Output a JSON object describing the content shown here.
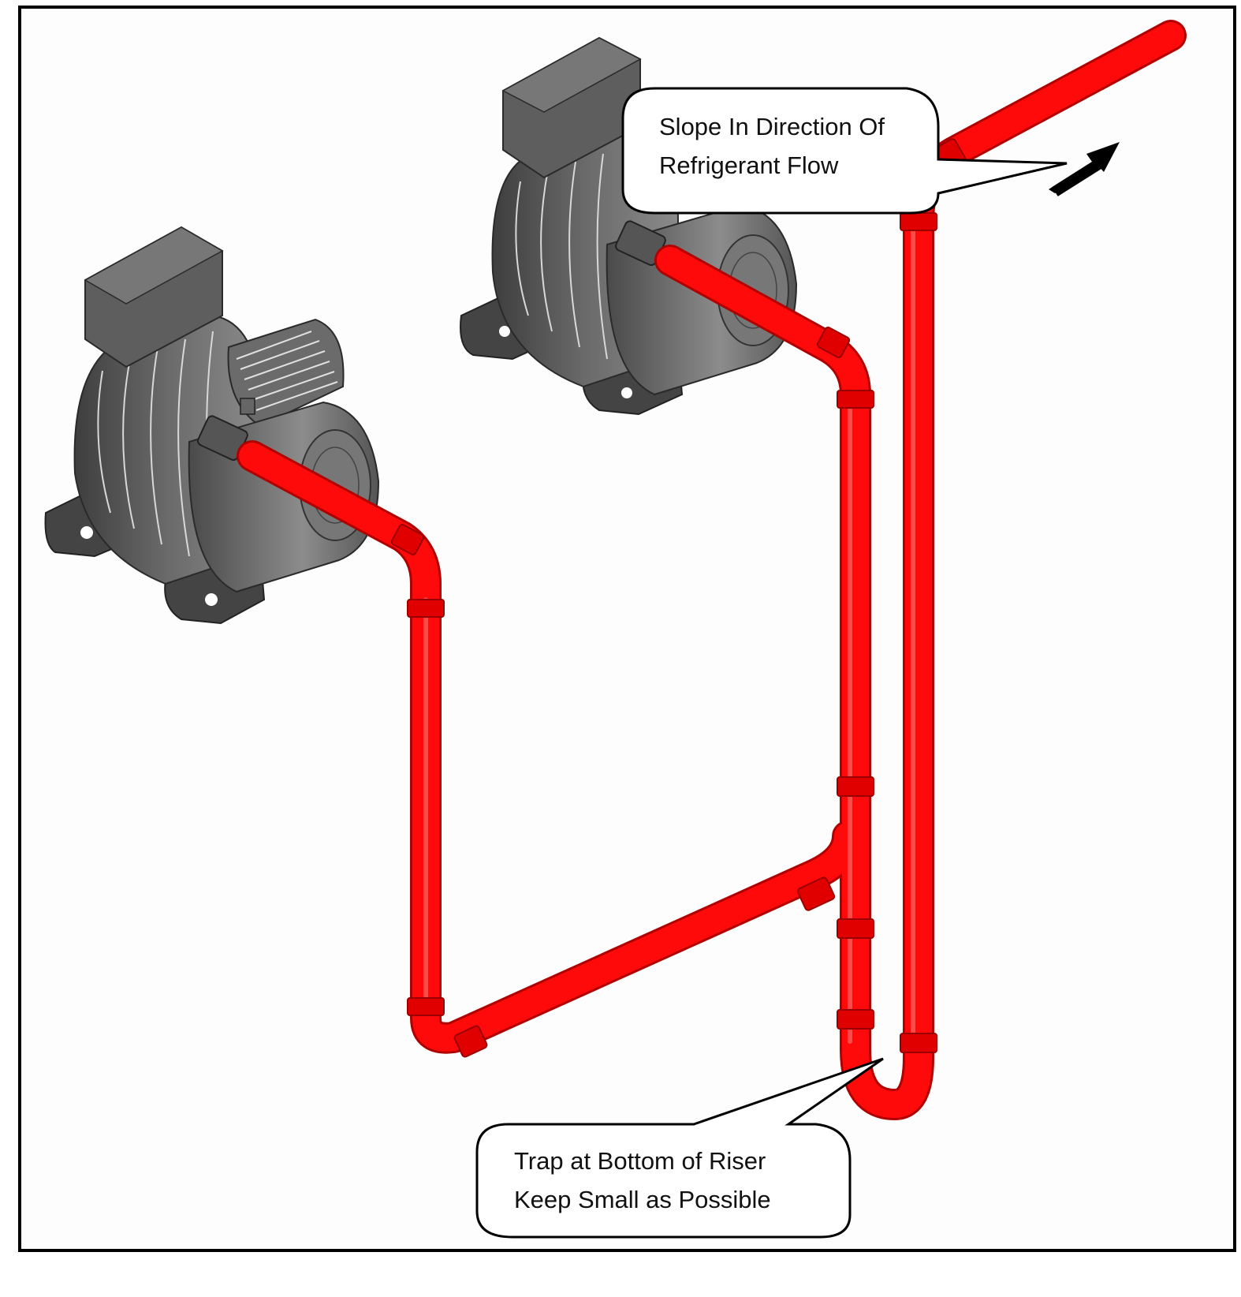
{
  "diagram": {
    "title": "Suction riser piping with trap at bottom of riser",
    "colors": {
      "pipe": "#ff0a0a",
      "pipe_dark": "#c80000",
      "compressor_body": "#5a5a5a",
      "compressor_dark": "#3a3a3a",
      "frame": "#000000",
      "background": "#ffffff"
    },
    "callouts": [
      {
        "id": "slope-callout",
        "lines": [
          "Slope In Direction Of",
          "Refrigerant Flow"
        ]
      },
      {
        "id": "trap-callout",
        "lines": [
          "Trap at Bottom of Riser",
          "Keep Small as Possible"
        ]
      }
    ],
    "components": [
      {
        "id": "compressor-1",
        "type": "compressor"
      },
      {
        "id": "compressor-2",
        "type": "compressor"
      },
      {
        "id": "suction-riser",
        "type": "pipe"
      },
      {
        "id": "trap",
        "type": "u-bend"
      },
      {
        "id": "flow-arrow",
        "type": "arrow",
        "direction": "up-right"
      }
    ]
  }
}
